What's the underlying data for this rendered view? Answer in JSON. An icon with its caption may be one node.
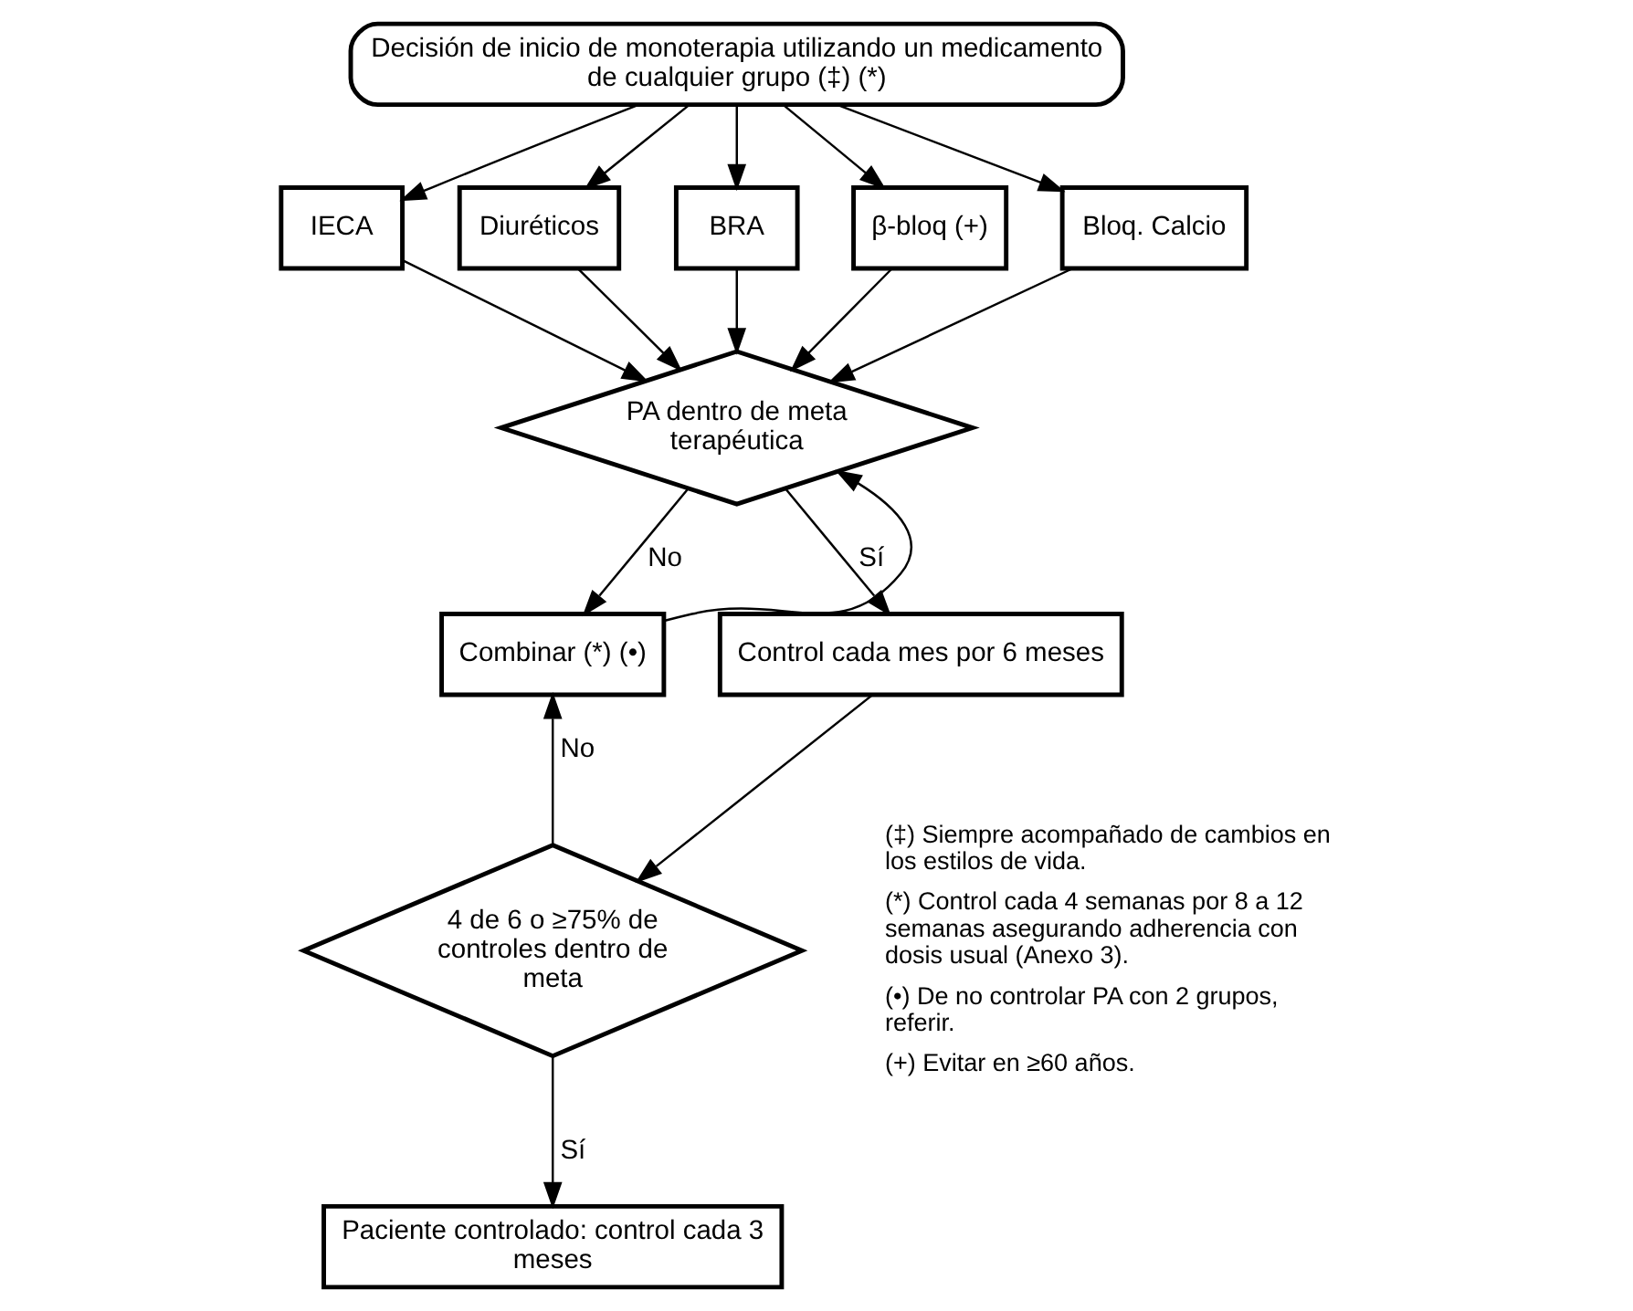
{
  "diagram": {
    "nodes": [
      {
        "text": [
          "Decisión de inicio de monoterapia utilizando un medicamento de cualquier grupo (‡) (*)"
        ]
      },
      {
        "text": [
          "IECA"
        ]
      },
      {
        "text": [
          "Diuréticos"
        ]
      },
      {
        "text": [
          "BRA"
        ]
      },
      {
        "text": [
          "β-bloq (+)"
        ]
      },
      {
        "text": [
          "Bloq. Calcio"
        ]
      },
      {
        "text": [
          "PA dentro de meta terapéutica"
        ]
      },
      {
        "text": [
          "Combinar (*) (•)"
        ]
      },
      {
        "text": [
          "Control cada mes por 6 meses"
        ]
      },
      {
        "text": [
          "4 de 6 o ≥75% de controles dentro de meta"
        ]
      },
      {
        "text": [
          "Paciente controlado: control cada 3 meses"
        ]
      }
    ],
    "edges": [
      {
        "from": 0,
        "to": 1,
        "arrow": "to"
      },
      {
        "from": 0,
        "to": 2,
        "arrow": "to"
      },
      {
        "from": 0,
        "to": 3,
        "arrow": "to"
      },
      {
        "from": 0,
        "to": 4,
        "arrow": "to"
      },
      {
        "from": 0,
        "to": 5,
        "arrow": "to"
      },
      {
        "from": 1,
        "to": 6,
        "arrow": "to"
      },
      {
        "from": 2,
        "to": 6,
        "arrow": "to"
      },
      {
        "from": 3,
        "to": 6,
        "arrow": "to"
      },
      {
        "from": 4,
        "to": 6,
        "arrow": "to"
      },
      {
        "from": 5,
        "to": 6,
        "arrow": "to"
      },
      {
        "from": 6,
        "to": 8,
        "arrow": "to",
        "label": "Sí"
      },
      {
        "from": 6,
        "to": 7,
        "arrow": "to",
        "label": "No"
      },
      {
        "from": 7,
        "to": 6,
        "arrow": "to"
      },
      {
        "from": 8,
        "to": 9,
        "arrow": "to"
      },
      {
        "from": 9,
        "to": 7,
        "arrow": "to",
        "label": "No"
      },
      {
        "from": 9,
        "to": 10,
        "arrow": "to",
        "label": "Sí"
      }
    ],
    "labels": [
      "(‡) Siempre acompañado de cambios en los estilos de vida.",
      "(*) Control cada 4 semanas por 8 a 12 semanas asegurando adherencia con dosis usual (Anexo 3).",
      "(•) De no controlar PA con 2 grupos, referir.",
      "(+) Evitar en ≥60 años."
    ]
  }
}
